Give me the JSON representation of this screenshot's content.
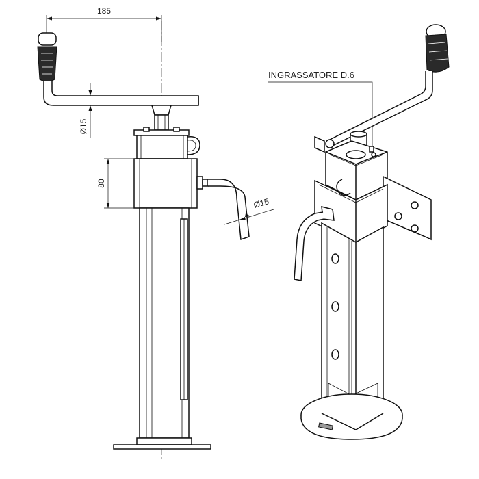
{
  "dimensions": {
    "width_label": "185",
    "crank_diameter_label": "Ø15",
    "clamp_height_label": "80",
    "pipe_diameter_label": "Ø15"
  },
  "callouts": {
    "grease_nipple_label": "INGRASSATORE D.6"
  },
  "colors": {
    "line": "#111111",
    "handle": "#2a2a2a",
    "background": "#ffffff"
  }
}
